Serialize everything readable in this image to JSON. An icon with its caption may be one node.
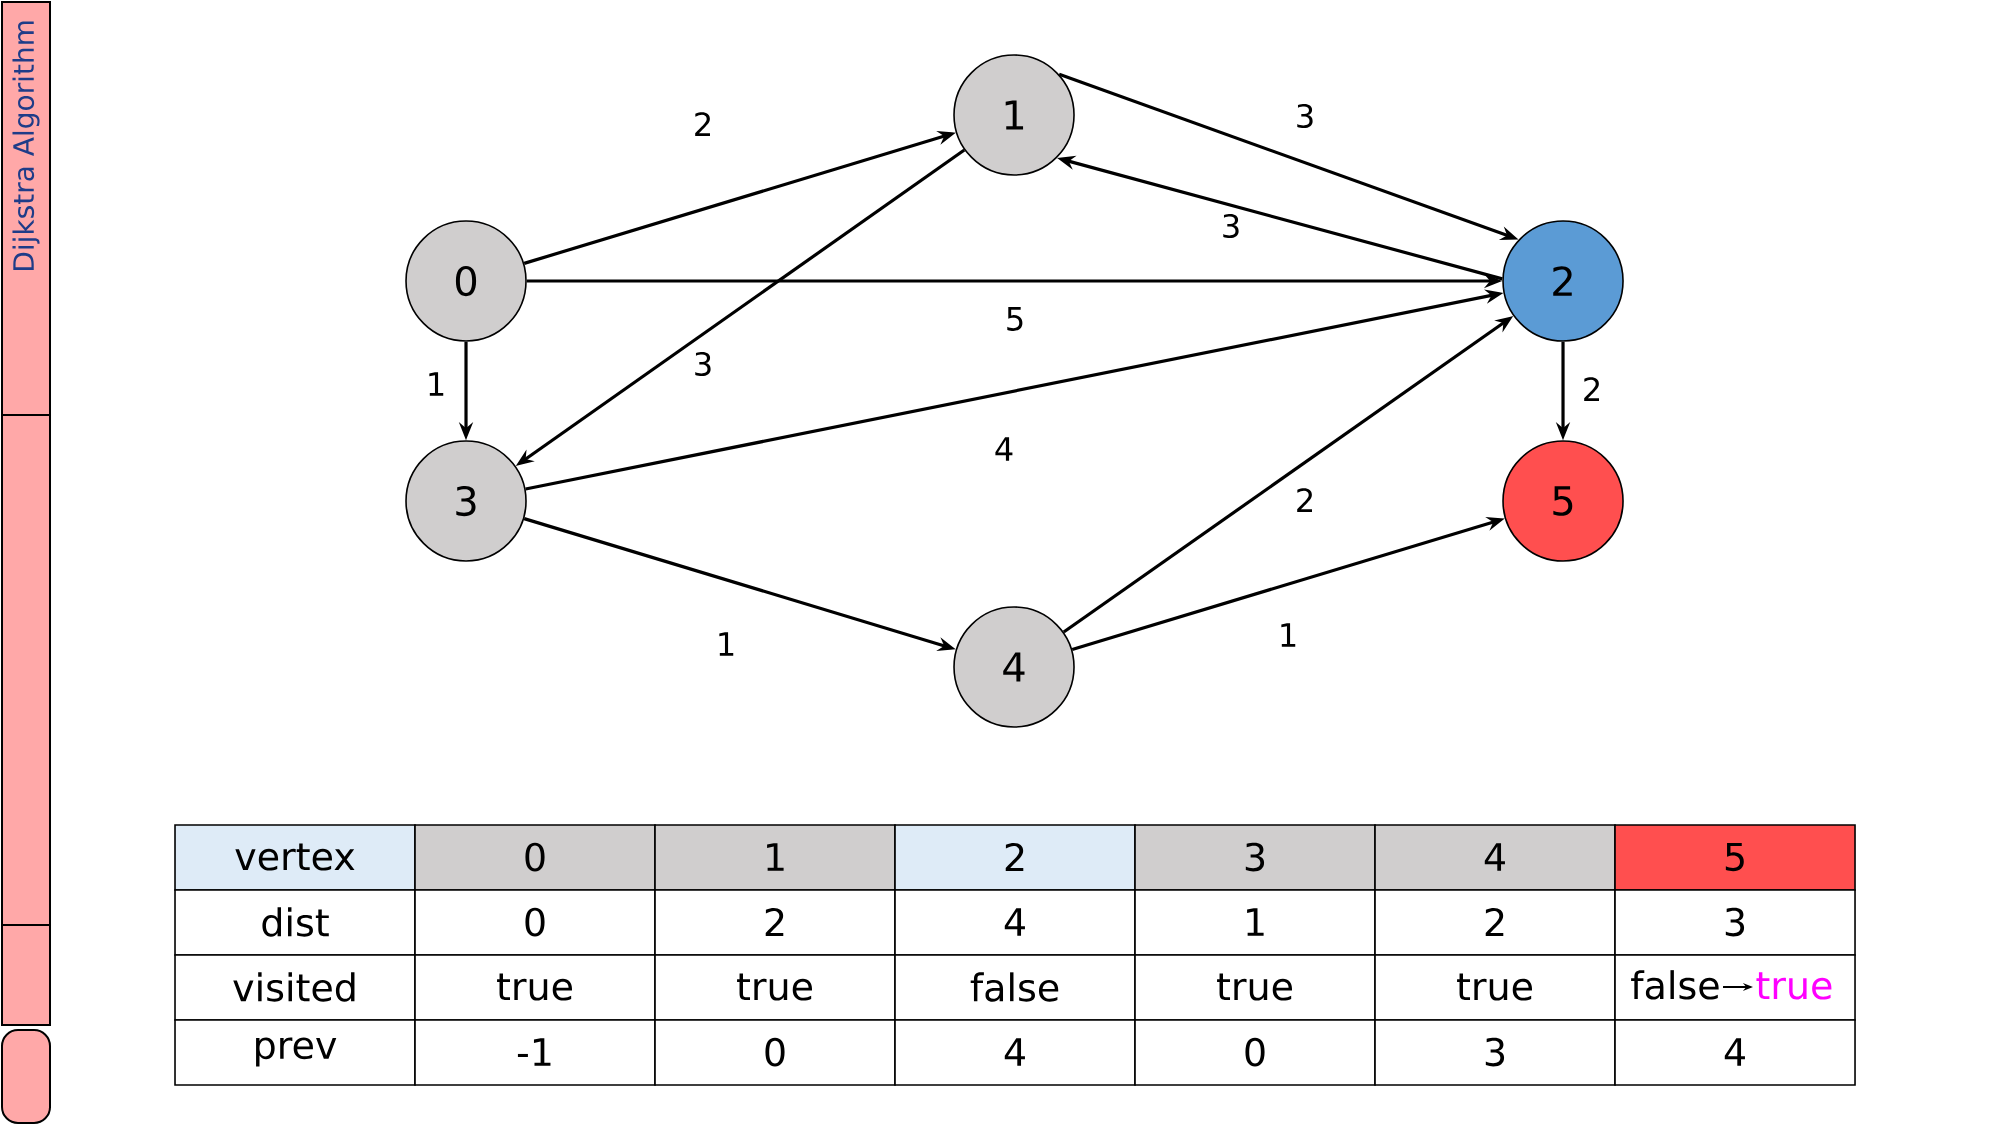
{
  "diagram": {
    "title": "Dijkstra Algorithm",
    "nodes": [
      {
        "text": [
          "0"
        ]
      },
      {
        "text": [
          "1"
        ]
      },
      {
        "text": [
          "2"
        ]
      },
      {
        "text": [
          "3"
        ]
      },
      {
        "text": [
          "4"
        ]
      },
      {
        "text": [
          "5"
        ]
      }
    ],
    "edges": [
      {
        "from": 0,
        "to": 1,
        "arrow": "to",
        "label": "2"
      },
      {
        "from": 1,
        "to": 2,
        "arrow": "to",
        "label": "3"
      },
      {
        "from": 2,
        "to": 1,
        "arrow": "to",
        "label": "3"
      },
      {
        "from": 0,
        "to": 2,
        "arrow": "to",
        "label": "5"
      },
      {
        "from": 1,
        "to": 3,
        "arrow": "to",
        "label": "3"
      },
      {
        "from": 0,
        "to": 3,
        "arrow": "to",
        "label": "1"
      },
      {
        "from": 3,
        "to": 2,
        "arrow": "to",
        "label": "4"
      },
      {
        "from": 2,
        "to": 5,
        "arrow": "to",
        "label": "2"
      },
      {
        "from": 3,
        "to": 4,
        "arrow": "to",
        "label": "1"
      },
      {
        "from": 4,
        "to": 2,
        "arrow": "to",
        "label": "2"
      },
      {
        "from": 4,
        "to": 5,
        "arrow": "to",
        "label": "1"
      }
    ],
    "labels": [
      "vertex",
      "0",
      "1",
      "2",
      "3",
      "4",
      "5",
      "dist",
      "0",
      "2",
      "4",
      "1",
      "2",
      "3",
      "visited",
      "true",
      "true",
      "false",
      "true",
      "true",
      "false",
      "true",
      "prev",
      "-1",
      "0",
      "4",
      "0",
      "3",
      "4"
    ]
  }
}
